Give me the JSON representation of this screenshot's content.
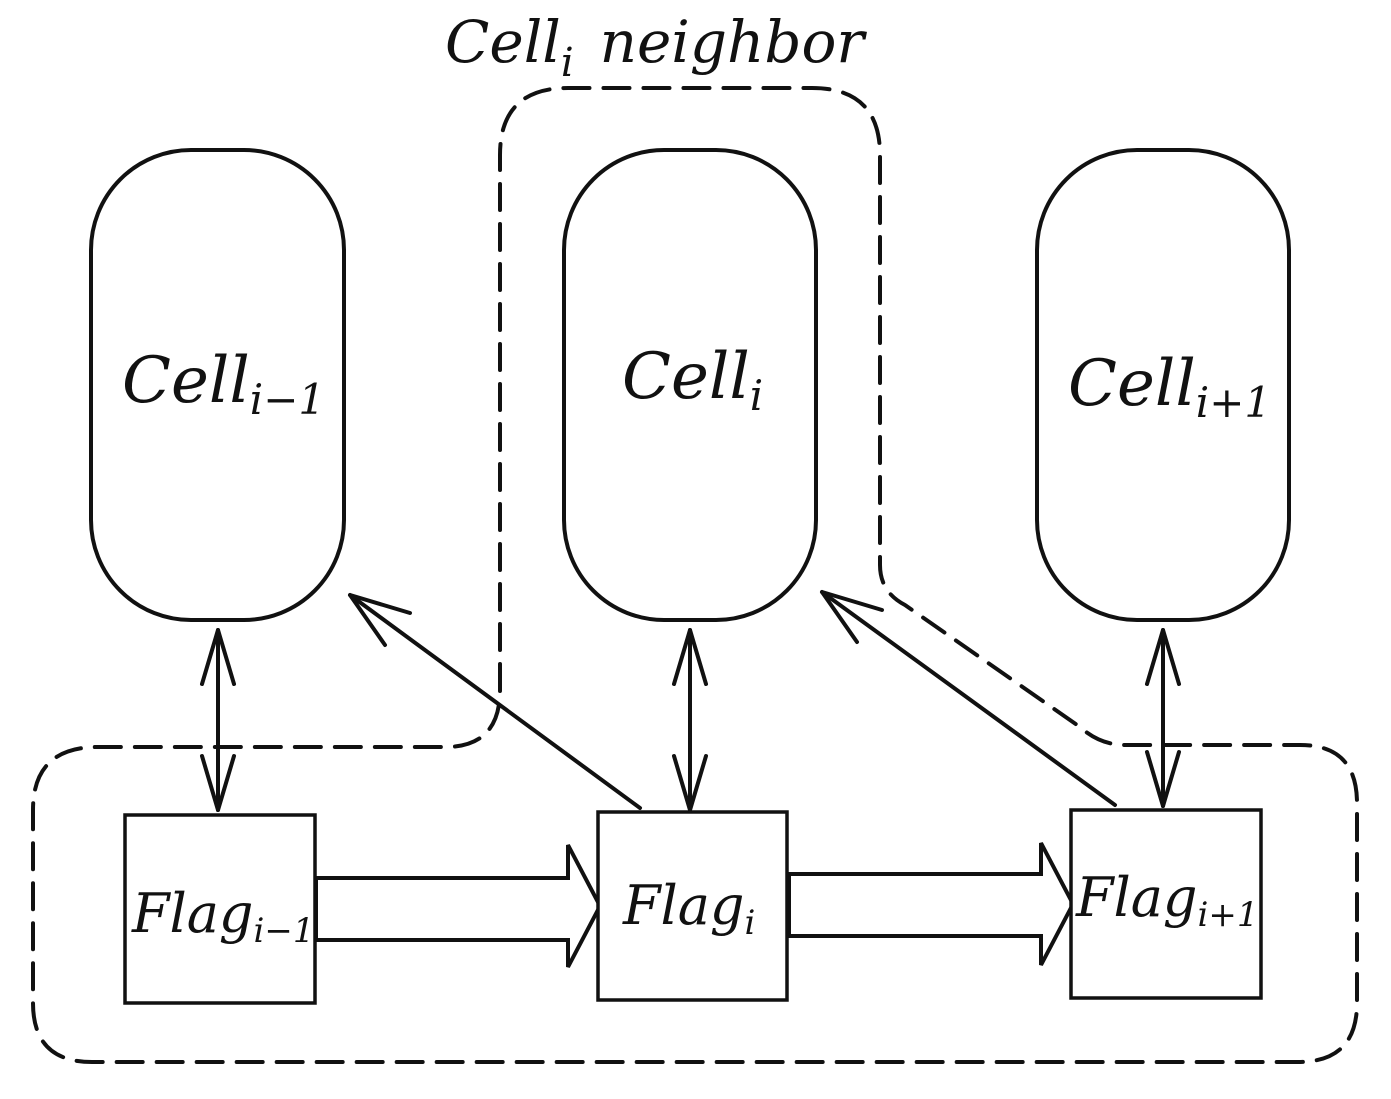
{
  "neighbor_label": {
    "main": "Cell",
    "sub": "i",
    "suffix": "neighbor"
  },
  "cells": [
    {
      "main": "Cell",
      "sub": "i−1"
    },
    {
      "main": "Cell",
      "sub": "i"
    },
    {
      "main": "Cell",
      "sub": "i+1"
    }
  ],
  "flags": [
    {
      "main": "Flag",
      "sub": "i−1"
    },
    {
      "main": "Flag",
      "sub": "i"
    },
    {
      "main": "Flag",
      "sub": "i+1"
    }
  ]
}
